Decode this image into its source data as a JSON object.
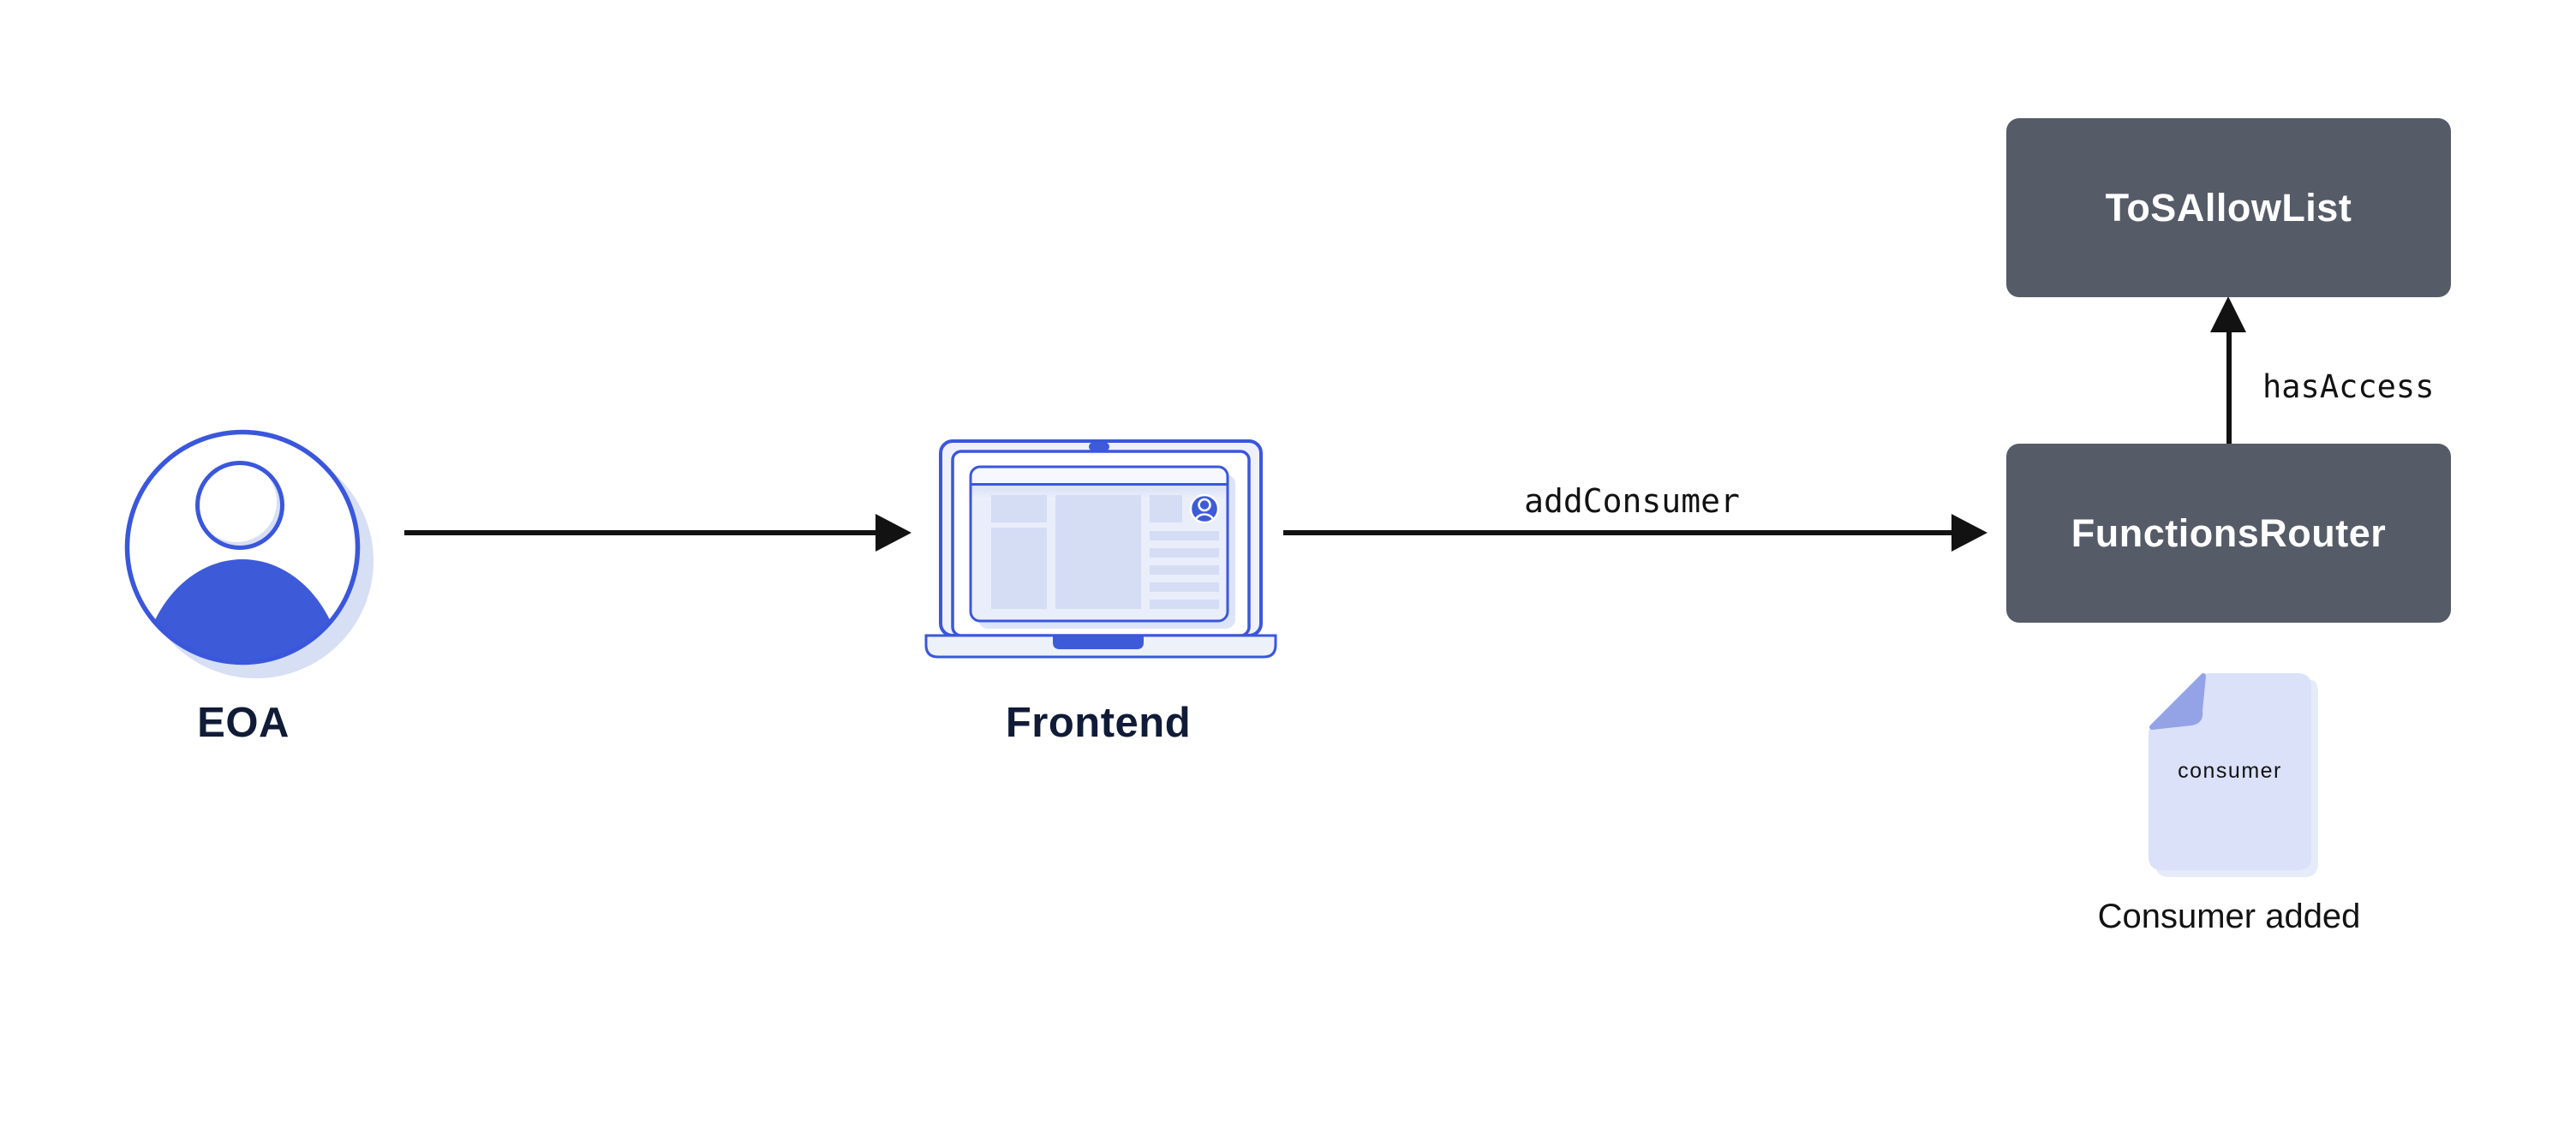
{
  "diagram": {
    "title_hint": "Consumer allow-list flow",
    "nodes": {
      "eoa": {
        "label": "EOA",
        "icon": "user-avatar-icon",
        "type": "actor"
      },
      "frontend": {
        "label": "Frontend",
        "icon": "laptop-icon",
        "type": "app"
      },
      "functions_router": {
        "label": "FunctionsRouter",
        "type": "contract"
      },
      "tos_allow_list": {
        "label": "ToSAllowList",
        "type": "contract"
      },
      "consumer_doc": {
        "label": "consumer",
        "icon": "document-icon",
        "caption": "Consumer added",
        "type": "artifact"
      }
    },
    "edges": [
      {
        "from": "eoa",
        "to": "frontend",
        "label": "",
        "direction": "right"
      },
      {
        "from": "frontend",
        "to": "functions_router",
        "label": "addConsumer",
        "direction": "right"
      },
      {
        "from": "functions_router",
        "to": "tos_allow_list",
        "label": "hasAccess",
        "direction": "up"
      }
    ]
  },
  "icons": {
    "eoa": "user-avatar-icon",
    "frontend": "laptop-icon",
    "consumer": "document-icon",
    "browser_user": "profile-badge-icon"
  },
  "colors": {
    "blue_stroke": "#3A57DC",
    "blue_fill": "#3D5BD9",
    "light_blue": "#D7DFF5",
    "lavender": "#EAEEFB",
    "panel_block": "#D5DDF5",
    "window_shadow": "#DEE4F8",
    "fold": "#93A3E6",
    "doc_fill": "#DAE1F8",
    "box_bg": "#565B68",
    "box_text": "#FFFFFF",
    "navy": "#101B37",
    "ink": "#121212",
    "bg": "#FFFFFF"
  }
}
